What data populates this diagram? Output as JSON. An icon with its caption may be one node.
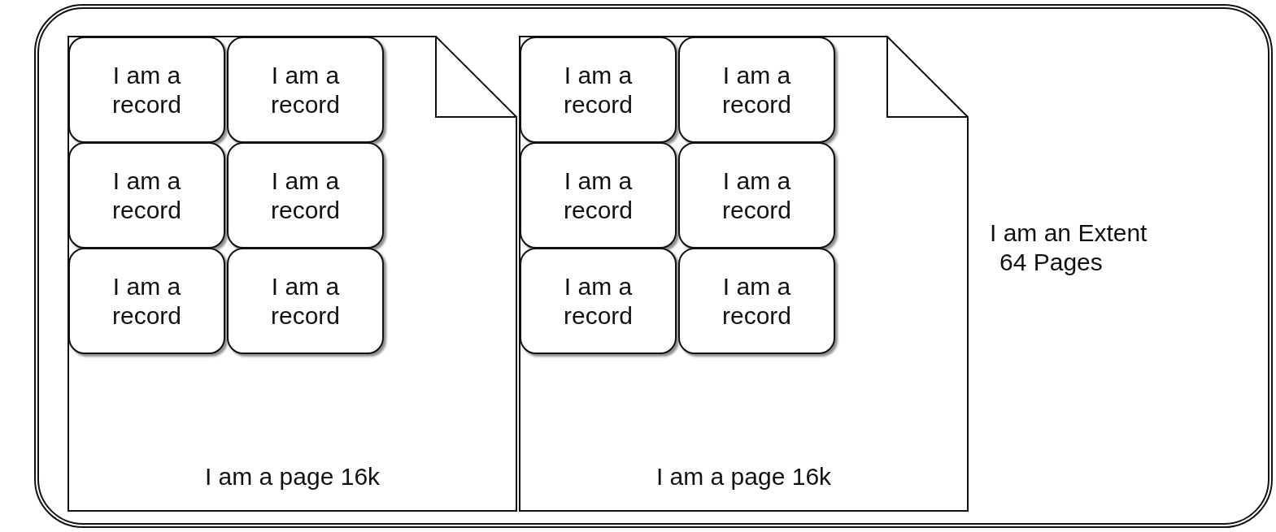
{
  "diagram": {
    "nodes": [
      {
        "text": [
          "I am an Extent",
          "64 Pages"
        ]
      },
      {
        "text": [
          "I am a page 16k"
        ],
        "in": 0
      },
      {
        "text": [
          "I am a record"
        ],
        "in": 1
      },
      {
        "text": [
          "I am a record"
        ],
        "in": 1
      },
      {
        "text": [
          "I am a record"
        ],
        "in": 1
      },
      {
        "text": [
          "I am a record"
        ],
        "in": 1
      },
      {
        "text": [
          "I am a record"
        ],
        "in": 1
      },
      {
        "text": [
          "I am a record"
        ],
        "in": 1
      },
      {
        "text": [
          "I am a page 16k"
        ],
        "in": 0
      },
      {
        "text": [
          "I am a record"
        ],
        "in": 8
      },
      {
        "text": [
          "I am a record"
        ],
        "in": 8
      },
      {
        "text": [
          "I am a record"
        ],
        "in": 8
      },
      {
        "text": [
          "I am a record"
        ],
        "in": 8
      },
      {
        "text": [
          "I am a record"
        ],
        "in": 8
      },
      {
        "text": [
          "I am a record"
        ],
        "in": 8
      }
    ]
  }
}
